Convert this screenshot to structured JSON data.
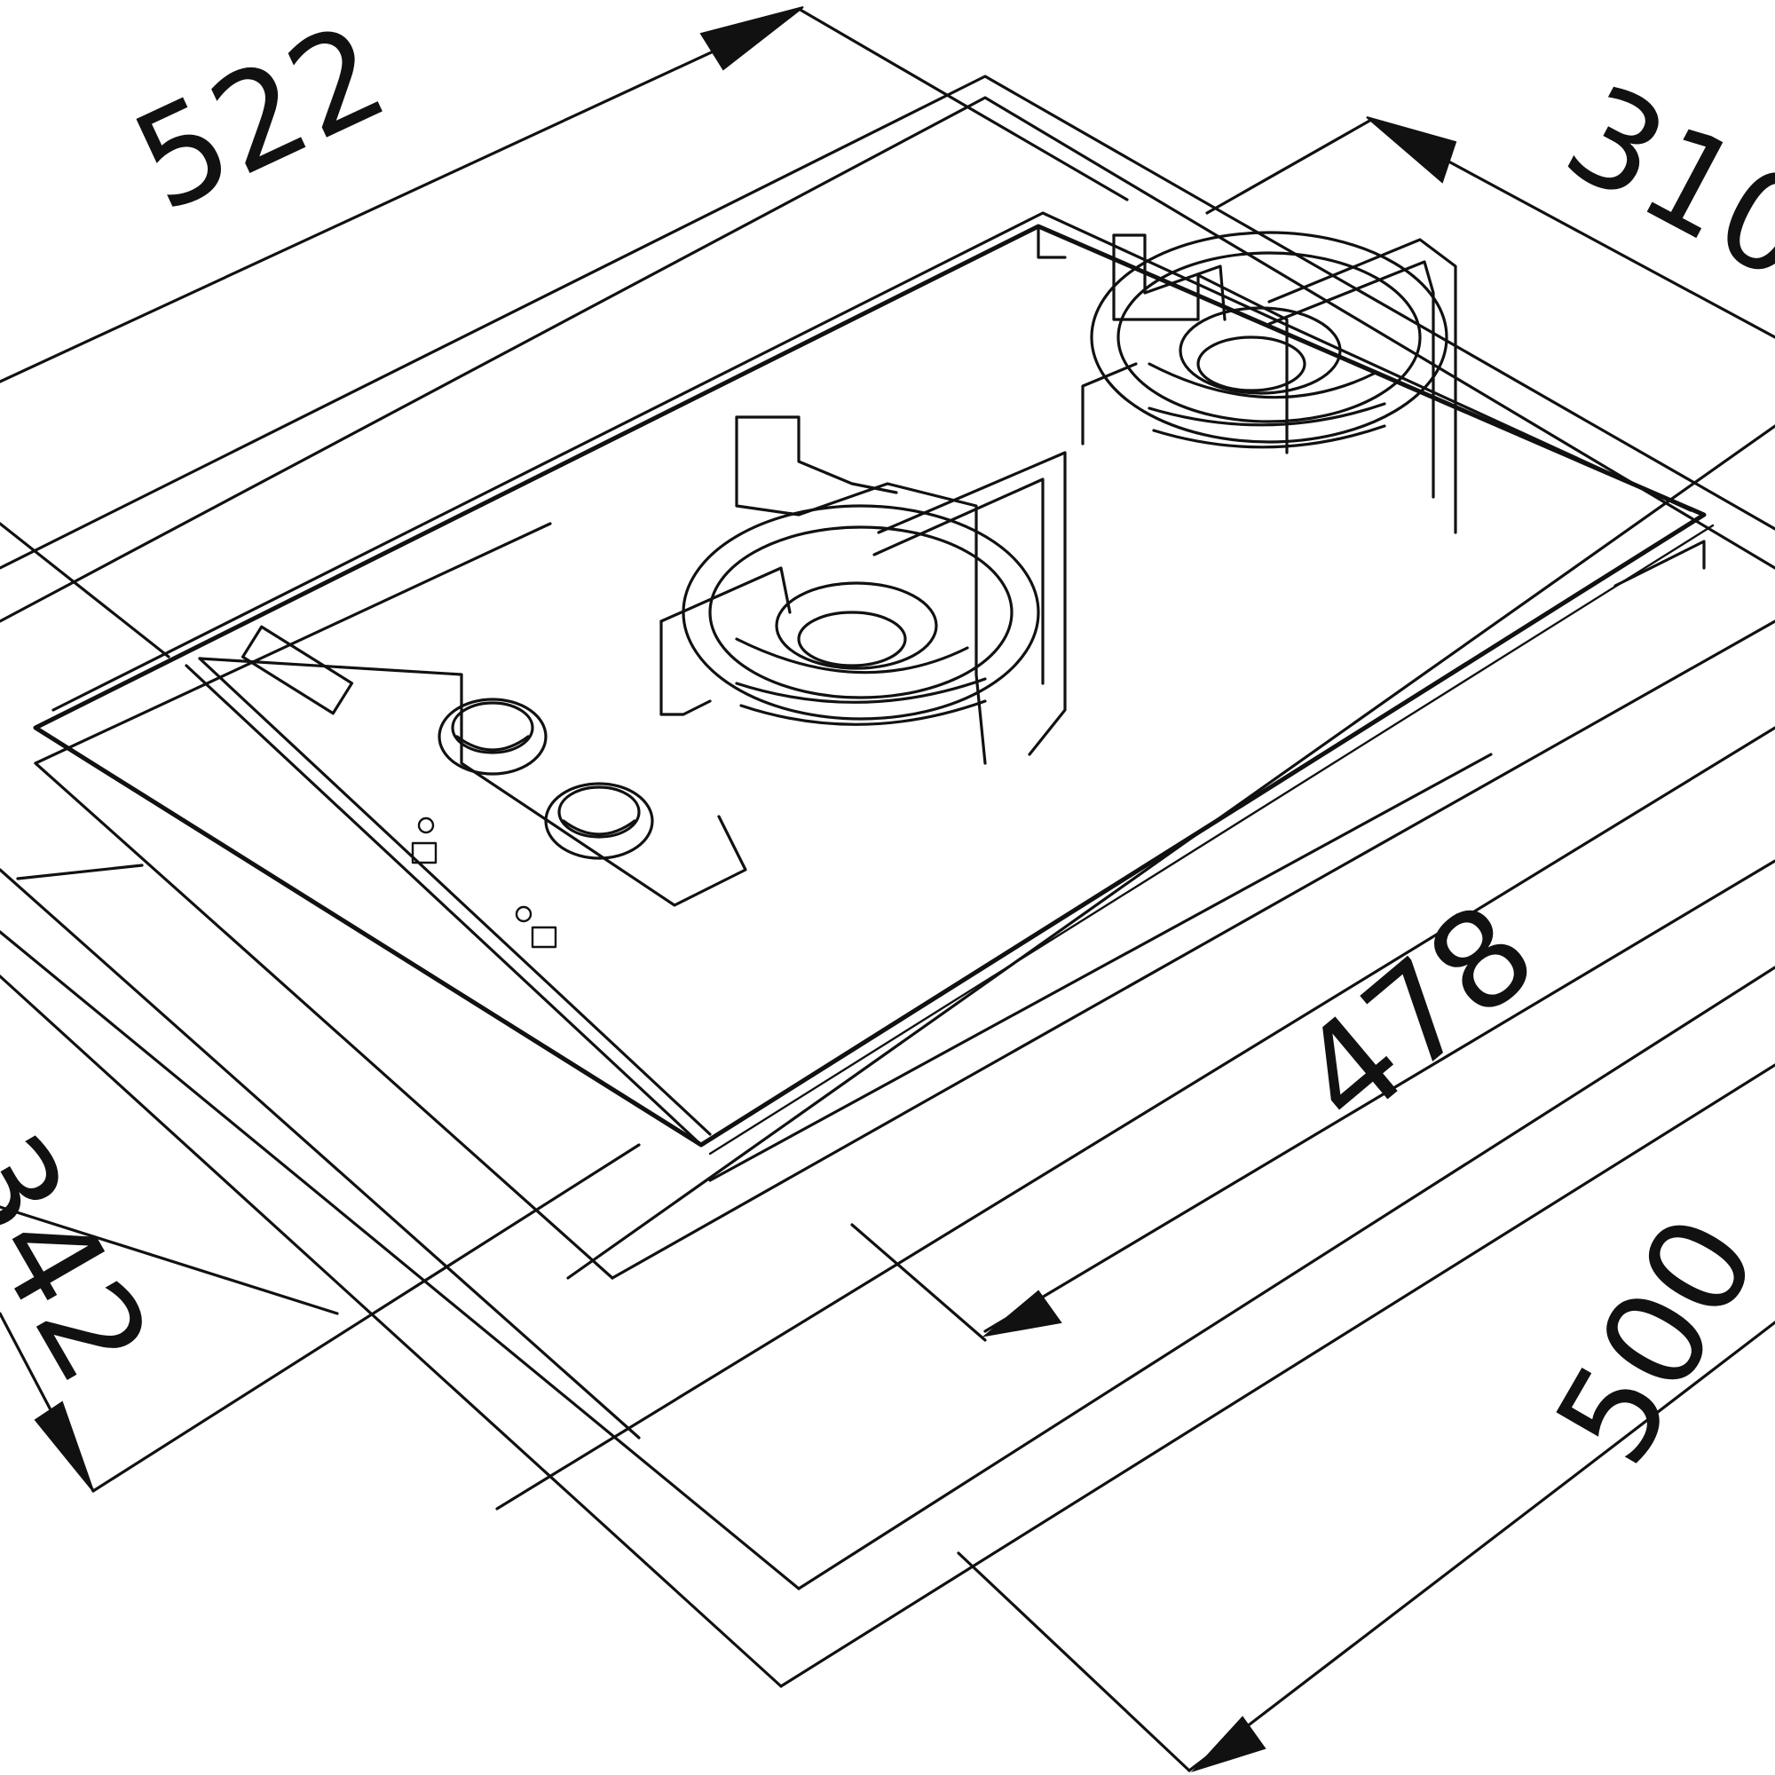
{
  "drawing": {
    "title": "",
    "line_color": "#111111",
    "background": "#ffffff"
  },
  "dimensions": {
    "width_total": "522",
    "depth_total": "310",
    "cutout_width": "478",
    "cutout_depth": "500",
    "depth_left": "342"
  },
  "parts": {
    "hob": "gas hob",
    "burners": [
      "burner-rear",
      "burner-front"
    ],
    "knobs": [
      "knob-1",
      "knob-2"
    ]
  }
}
